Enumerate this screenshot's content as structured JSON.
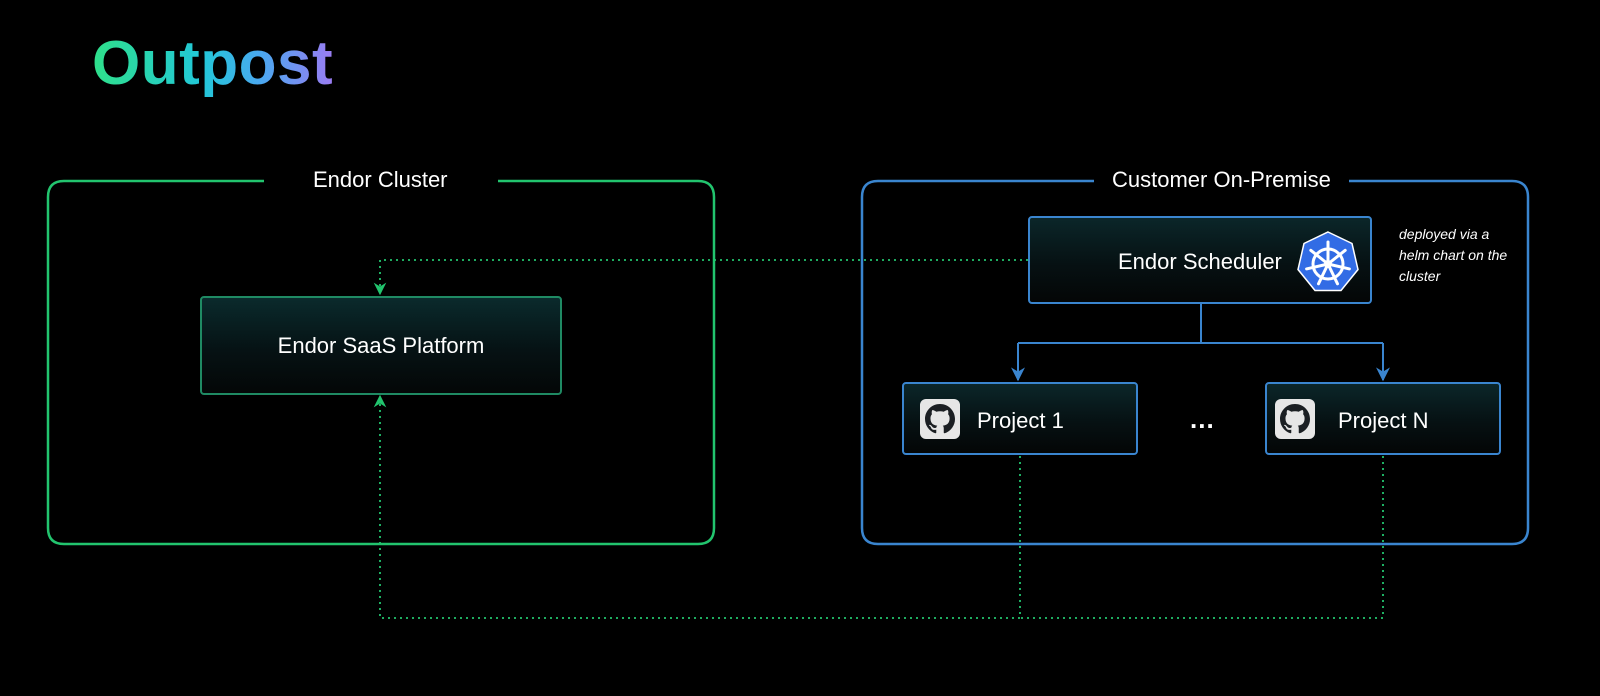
{
  "title": "Outpost",
  "groups": {
    "endor_cluster": {
      "label": "Endor Cluster"
    },
    "customer_on_premise": {
      "label": "Customer On-Premise"
    }
  },
  "nodes": {
    "saas_platform": {
      "label": "Endor SaaS Platform"
    },
    "scheduler": {
      "label": "Endor Scheduler",
      "icon": "kubernetes-icon"
    },
    "project_1": {
      "label": "Project 1",
      "icon": "github-icon"
    },
    "project_n": {
      "label": "Project N",
      "icon": "github-icon"
    }
  },
  "ellipsis": "...",
  "annotation": "deployed via a helm chart on the cluster",
  "colors": {
    "background": "#000000",
    "endor_green": "#22c46e",
    "customer_blue": "#3a85cf",
    "kubernetes_blue": "#326ce5"
  }
}
